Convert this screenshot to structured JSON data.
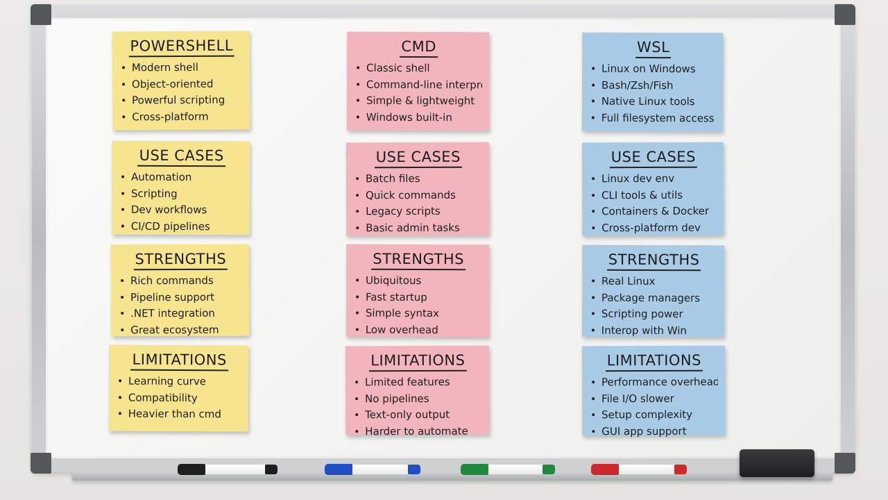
{
  "colors": {
    "yellow_note": "#f6e48e",
    "pink_note": "#f3b5bd",
    "blue_note": "#a9cbe6",
    "marker_black": "#1e1e1e",
    "marker_blue": "#1f4fc2",
    "marker_green": "#1f8a3e",
    "marker_red": "#cc2a2a"
  },
  "columns": [
    {
      "id": "powershell",
      "notes": [
        {
          "title": "POWERSHELL",
          "items": [
            "Modern shell",
            "Object-oriented",
            "Powerful scripting",
            "Cross-platform"
          ]
        },
        {
          "title": "USE CASES",
          "items": [
            "Automation",
            "Scripting",
            "Dev workflows",
            "CI/CD pipelines"
          ]
        },
        {
          "title": "STRENGTHS",
          "items": [
            "Rich commands",
            "Pipeline support",
            ".NET integration",
            "Great ecosystem"
          ]
        },
        {
          "title": "LIMITATIONS",
          "items": [
            "Learning curve",
            "Compatibility",
            "Heavier than cmd"
          ]
        }
      ]
    },
    {
      "id": "cmd",
      "notes": [
        {
          "title": "CMD",
          "items": [
            "Classic shell",
            "Command-line interpreter",
            "Simple & lightweight",
            "Windows built-in"
          ]
        },
        {
          "title": "USE CASES",
          "items": [
            "Batch files",
            "Quick commands",
            "Legacy scripts",
            "Basic admin tasks"
          ]
        },
        {
          "title": "STRENGTHS",
          "items": [
            "Ubiquitous",
            "Fast startup",
            "Simple syntax",
            "Low overhead"
          ]
        },
        {
          "title": "LIMITATIONS",
          "items": [
            "Limited features",
            "No pipelines",
            "Text-only output",
            "Harder to automate"
          ]
        }
      ]
    },
    {
      "id": "wsl",
      "notes": [
        {
          "title": "WSL",
          "items": [
            "Linux on Windows",
            "Bash/Zsh/Fish",
            "Native Linux tools",
            "Full filesystem access"
          ]
        },
        {
          "title": "USE CASES",
          "items": [
            "Linux dev env",
            "CLI tools & utils",
            "Containers & Docker",
            "Cross-platform dev"
          ]
        },
        {
          "title": "STRENGTHS",
          "items": [
            "Real Linux",
            "Package managers",
            "Scripting power",
            "Interop with Win"
          ]
        },
        {
          "title": "LIMITATIONS",
          "items": [
            "Performance overhead",
            "File I/O slower",
            "Setup complexity",
            "GUI app support"
          ]
        }
      ]
    }
  ],
  "markers": [
    {
      "name": "black-marker",
      "color": "#1e1e1e"
    },
    {
      "name": "blue-marker",
      "color": "#1f4fc2"
    },
    {
      "name": "green-marker",
      "color": "#1f8a3e"
    },
    {
      "name": "red-marker",
      "color": "#cc2a2a"
    }
  ]
}
